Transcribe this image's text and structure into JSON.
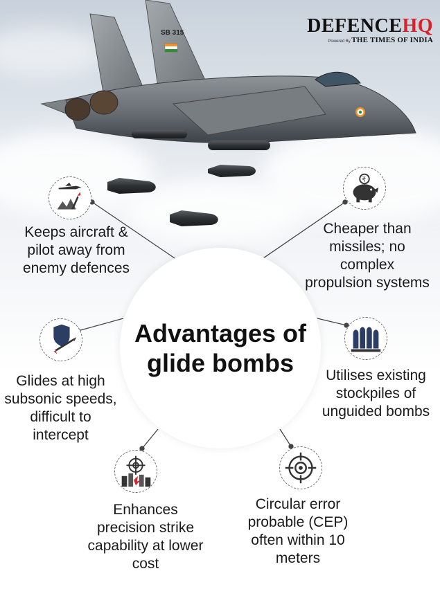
{
  "brand": {
    "name_main": "DEFENCE",
    "name_accent": "HQ",
    "powered_by": "Powered By",
    "partner": "THE TIMES OF INDIA",
    "accent_color": "#d8232a"
  },
  "aircraft": {
    "tail_number": "SB 315"
  },
  "title": "Advantages of glide bombs",
  "advantages": [
    {
      "text": "Keeps aircraft & pilot away from enemy defences",
      "icon": "fighter-jet-missile-icon"
    },
    {
      "text": "Cheaper than missiles; no complex propulsion systems",
      "icon": "piggy-bank-rupee-icon"
    },
    {
      "text": "Glides at high subsonic speeds, difficult to intercept",
      "icon": "shield-missile-icon"
    },
    {
      "text": "Utilises existing stockpiles of unguided bombs",
      "icon": "bomb-stockpile-icon"
    },
    {
      "text": "Enhances precision strike capability at lower cost",
      "icon": "target-city-icon"
    },
    {
      "text": "Circular error probable (CEP) often within 10 meters",
      "icon": "crosshair-target-icon"
    }
  ]
}
